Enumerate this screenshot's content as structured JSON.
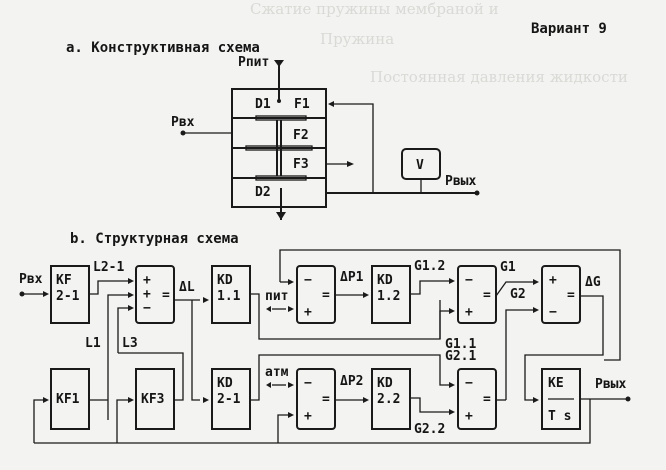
{
  "header": {
    "variant_label": "Вариант 9"
  },
  "section_a": {
    "title": "a. Конструктивная схема",
    "supply_label": "Рпит",
    "input_label": "Рвх",
    "output_label": "Рвых",
    "chambers": [
      "D1",
      "F1",
      "F2",
      "F3",
      "D2"
    ],
    "volume_label": "V"
  },
  "section_b": {
    "title": "b. Структурная схема",
    "input_label": "Рвх",
    "output_label": "Рвых",
    "blocks": {
      "kf21": [
        "KF",
        "2-1"
      ],
      "kf1": "KF1",
      "kf3": "KF3",
      "kd11": [
        "KD",
        "1.1"
      ],
      "kd21": [
        "KD",
        "2-1"
      ],
      "kd12": [
        "KD",
        "1.2"
      ],
      "kd22": [
        "KD",
        "2.2"
      ],
      "ke": [
        "KE",
        "T s"
      ]
    },
    "signals": {
      "l21": "L2-1",
      "l1": "L1",
      "l3": "L3",
      "dl": "ΔL",
      "pit": "пит",
      "atm": "атм",
      "dp1": "ΔP1",
      "dp2": "ΔP2",
      "g12": "G1.2",
      "g11": "G1.1",
      "g21": "G2.1",
      "g22": "G2.2",
      "g1": "G1",
      "g2": "G2",
      "dg": "ΔG"
    },
    "sum1_signs": [
      "+",
      "+",
      "−"
    ],
    "sum_eq": "=",
    "sum_minus_plus": [
      "−",
      "+"
    ],
    "sum_plus_minus": [
      "+",
      "−"
    ]
  },
  "background_ghost_text": {
    "line1": "Сжатие пружины мембраной и",
    "line2": "Пружина",
    "line3": "Постоянная давления жидкости"
  }
}
